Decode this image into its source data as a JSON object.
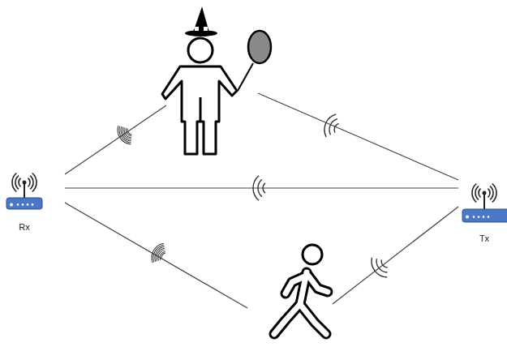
{
  "diagram": {
    "nodes": [
      {
        "text": [
          "Rx"
        ]
      },
      {
        "text": [
          "Tx"
        ]
      }
    ],
    "edges": [
      {
        "from": 1,
        "to": 0,
        "arrow": "none"
      }
    ]
  }
}
